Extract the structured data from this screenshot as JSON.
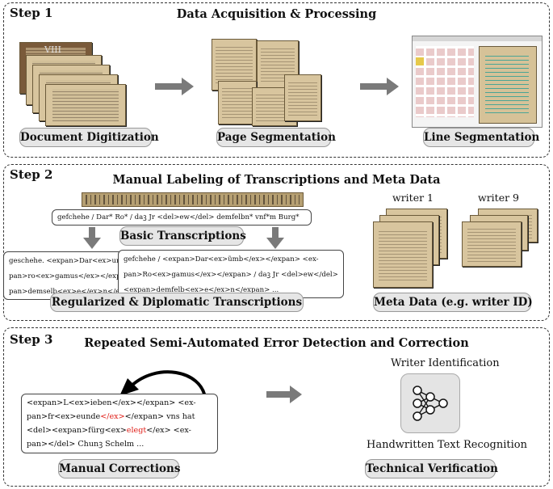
{
  "step1": {
    "label": "Step 1",
    "title": "Data Acquisition & Processing",
    "stages": [
      "Document Digitization",
      "Page Segmentation",
      "Line Segmentation"
    ],
    "cover_text": "VIII"
  },
  "step2": {
    "label": "Step 2",
    "title": "Manual Labeling of Transcriptions and Meta Data",
    "basic_line": "gefchehe / Dar* Ro* / daꝫ Jr <del>ew</del> demfelbn* vnf*m Burg*",
    "basic_label": "Basic Transcriptions",
    "reg_lines": [
      "geschehe.  <expan>Dar<ex>um</ex>b</expan>",
      "pan>ro<ex>gamus</ex></expan> / daz Jr",
      "pan>demselb<ex>e</ex>n</expan> vnserm"
    ],
    "dip_lines": [
      "gefchehe /  <expan>Dar<ex>ũmb</ex></expan>  <ex-",
      "pan>Ro<ex>gamus</ex></expan>  / daꝫ Jr  <del>ew</del>",
      "<expan>demfelb<ex>e</ex>n</expan>  ..."
    ],
    "rd_label": "Regularized & Diplomatic Transcriptions",
    "writers": [
      "writer 1",
      "writer 9"
    ],
    "meta_label": "Meta Data (e.g. writer ID)"
  },
  "step3": {
    "label": "Step 3",
    "title": "Repeated Semi-Automated Error Detection and Correction",
    "corr_lines": [
      [
        {
          "t": "<expan>L<ex>ieben</ex></expan>  <ex-",
          "red": false
        }
      ],
      [
        {
          "t": "pan>fr<ex>eunde",
          "red": false
        },
        {
          "t": "</ex>",
          "red": true
        },
        {
          "t": "</expan>  vns hat",
          "red": false
        }
      ],
      [
        {
          "t": "<del><expan>fürg<ex>",
          "red": false
        },
        {
          "t": "elegt",
          "red": true
        },
        {
          "t": "</ex>  <ex-",
          "red": false
        }
      ],
      [
        {
          "t": "pan></del>  Chunꝫ Schelm  ...",
          "red": false
        }
      ]
    ],
    "corr_label": "Manual Corrections",
    "method_top": "Writer Identification",
    "method_bottom": "Handwritten Text Recognition",
    "verify_label": "Technical Verification"
  },
  "colors": {
    "red": "#e0201a",
    "pill": "#e6e6e6",
    "arrow": "#7a7a7a"
  }
}
